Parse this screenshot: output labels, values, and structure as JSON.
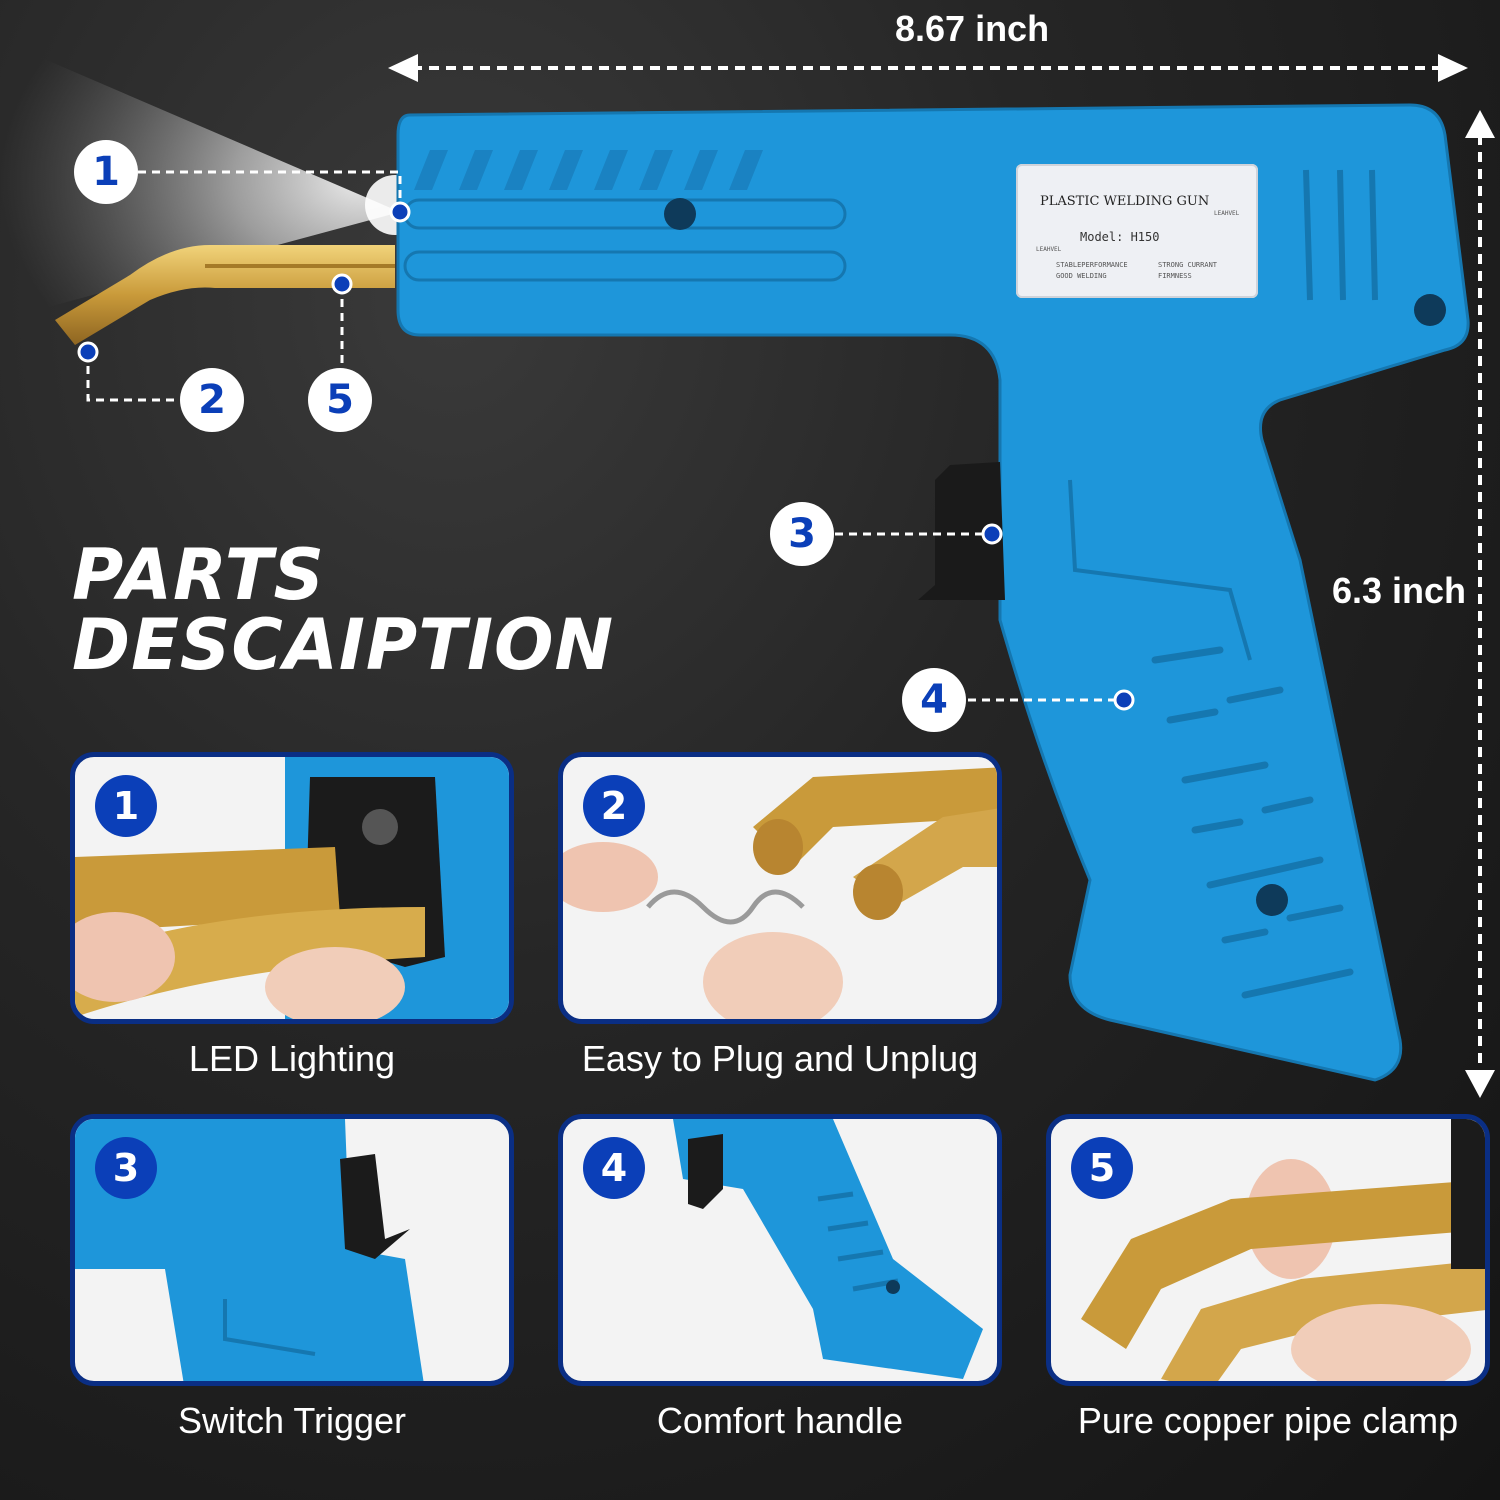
{
  "title": {
    "line1": "PARTS",
    "line2": "DESCAIPTION"
  },
  "dimensions": {
    "width": "8.67 inch",
    "height": "6.3 inch"
  },
  "product_label": {
    "name": "PLASTIC WELDING GUN",
    "model": "Model:    H150",
    "text_left": "STABLEPERFORMANCE\nGOOD WELDING",
    "text_right": "STRONG CURRANT\nFIRMNESS",
    "brand": "LEAHVEL"
  },
  "callouts": [
    "1",
    "2",
    "5",
    "3",
    "4"
  ],
  "panels": [
    {
      "number": "1",
      "caption": "LED Lighting"
    },
    {
      "number": "2",
      "caption": "Easy to Plug and Unplug"
    },
    {
      "number": "3",
      "caption": "Switch Trigger"
    },
    {
      "number": "4",
      "caption": "Comfort handle"
    },
    {
      "number": "5",
      "caption": "Pure copper pipe clamp"
    }
  ],
  "colors": {
    "gun_blue": "#1e96da",
    "badge_blue": "#0b3fb8",
    "panel_border": "#0a2e84",
    "copper": "#c99a3a"
  }
}
